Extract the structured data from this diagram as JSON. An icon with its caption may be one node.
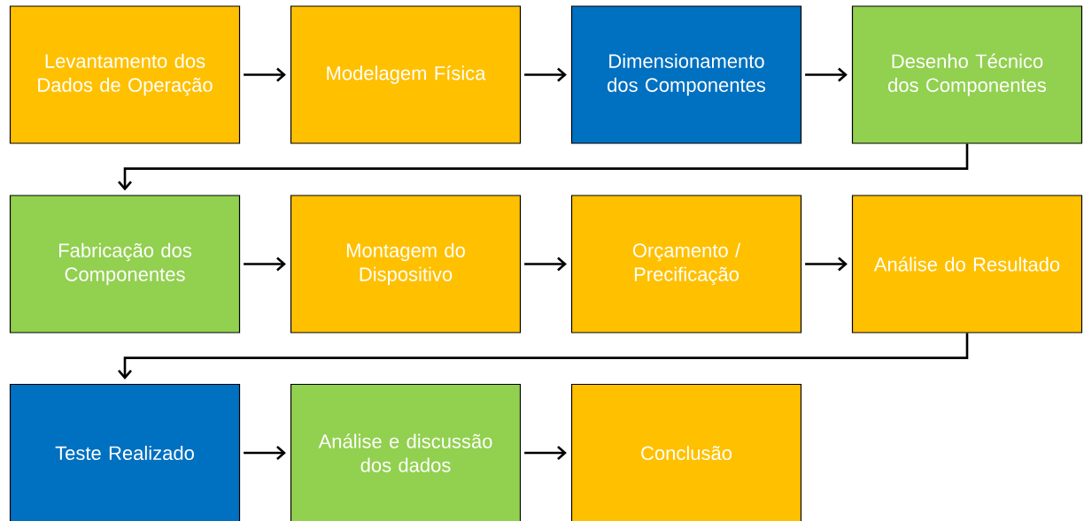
{
  "diagram": {
    "nodes": [
      {
        "text": [
          "Levantamento dos Dados de Operação"
        ]
      },
      {
        "text": [
          "Modelagem Física"
        ]
      },
      {
        "text": [
          "Dimensionamento dos Componentes"
        ]
      },
      {
        "text": [
          "Desenho Técnico dos Componentes"
        ]
      },
      {
        "text": [
          "Fabricação dos Componentes"
        ]
      },
      {
        "text": [
          "Montagem do Dispositivo"
        ]
      },
      {
        "text": [
          "Orçamento / Precificação"
        ]
      },
      {
        "text": [
          "Análise do Resultado"
        ]
      },
      {
        "text": [
          "Teste Realizado"
        ]
      },
      {
        "text": [
          "Análise e discussão dos dados"
        ]
      },
      {
        "text": [
          "Conclusão"
        ]
      }
    ],
    "edges": [
      {
        "from": 0,
        "to": 1,
        "arrow": "to"
      },
      {
        "from": 1,
        "to": 2,
        "arrow": "to"
      },
      {
        "from": 2,
        "to": 3,
        "arrow": "to"
      },
      {
        "from": 3,
        "to": 4,
        "arrow": "to"
      },
      {
        "from": 4,
        "to": 5,
        "arrow": "to"
      },
      {
        "from": 5,
        "to": 6,
        "arrow": "to"
      },
      {
        "from": 6,
        "to": 7,
        "arrow": "to"
      },
      {
        "from": 7,
        "to": 8,
        "arrow": "to"
      },
      {
        "from": 8,
        "to": 9,
        "arrow": "to"
      },
      {
        "from": 9,
        "to": 10,
        "arrow": "to"
      }
    ]
  }
}
